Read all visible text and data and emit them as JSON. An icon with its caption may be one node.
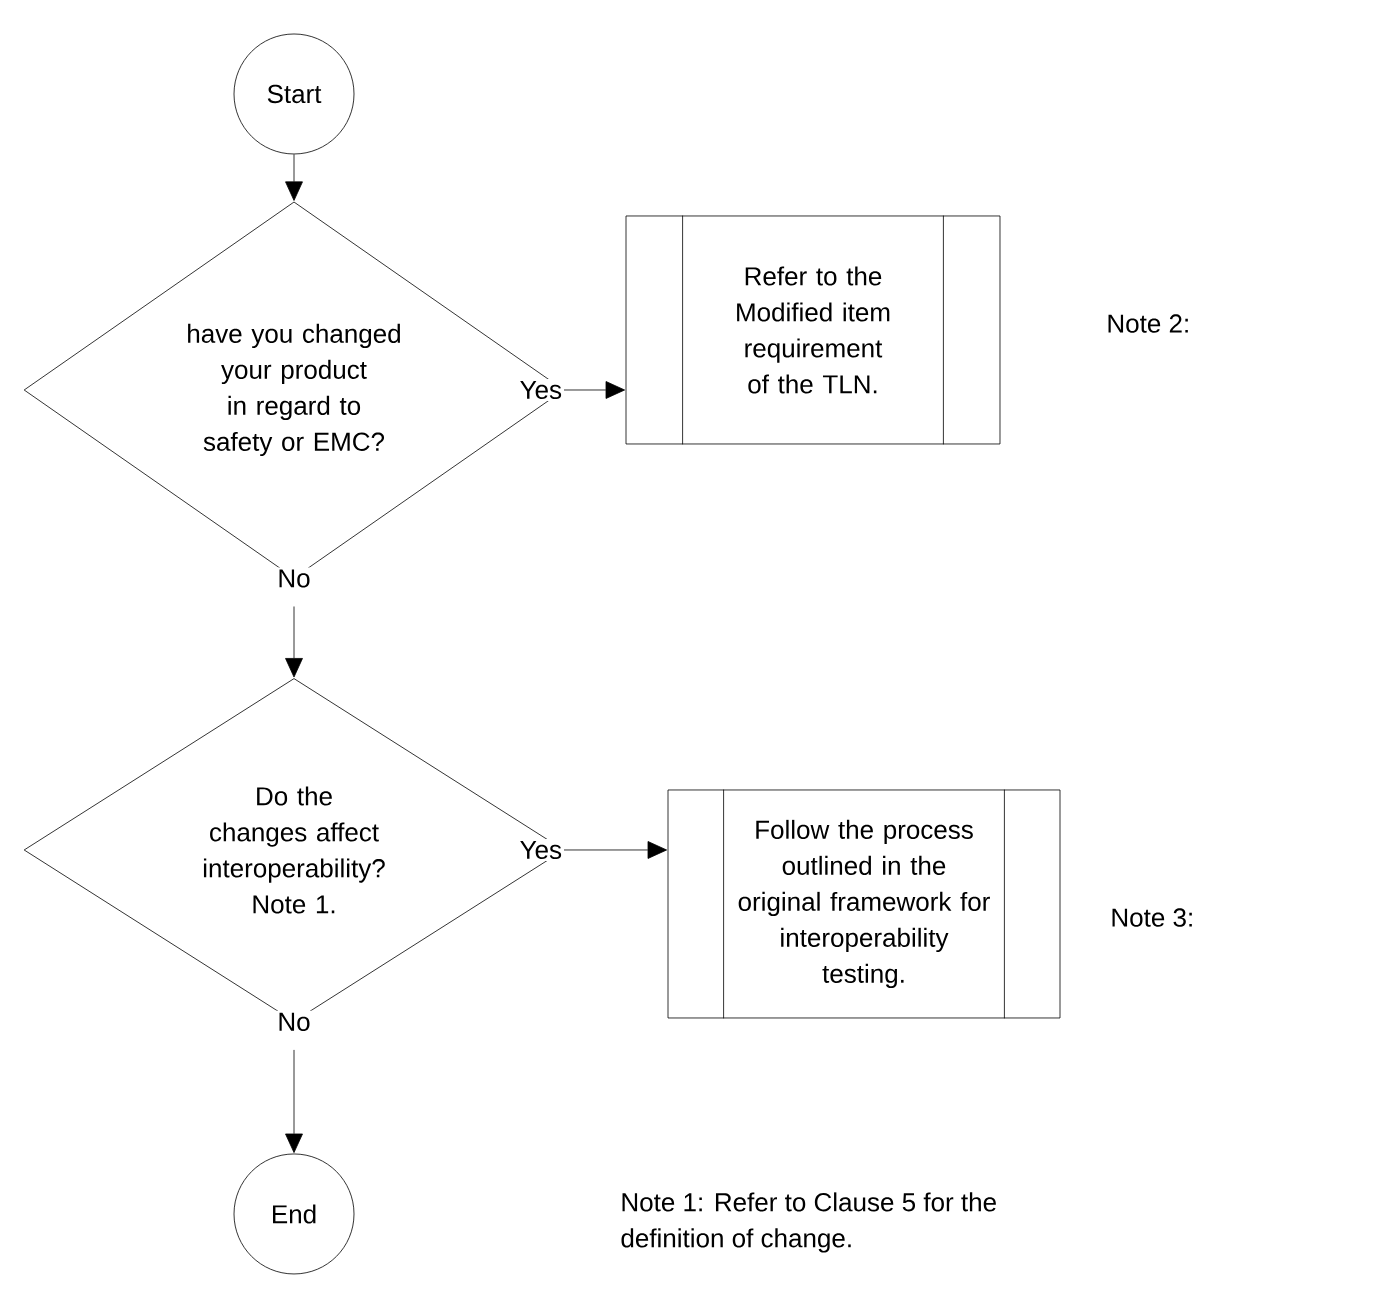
{
  "diagram": {
    "nodes": [
      {
        "text": [
          "Start"
        ]
      },
      {
        "text": [
          "have you changed your product in regard to safety or EMC?"
        ]
      },
      {
        "text": [
          "Refer to the Modified item requirement of the TLN."
        ]
      },
      {
        "text": [
          "Do the changes affect interoperability? Note 1."
        ]
      },
      {
        "text": [
          "Follow the process outlined in the original framework for interoperability testing."
        ]
      },
      {
        "text": [
          "End"
        ]
      }
    ],
    "edges": [
      {
        "from": 0,
        "to": 1,
        "arrow": "to"
      },
      {
        "from": 1,
        "to": 2,
        "arrow": "to",
        "label": "Yes"
      },
      {
        "from": 1,
        "to": 3,
        "arrow": "to",
        "label": "No"
      },
      {
        "from": 3,
        "to": 4,
        "arrow": "to",
        "label": "Yes"
      },
      {
        "from": 3,
        "to": 5,
        "arrow": "to",
        "label": "No"
      }
    ],
    "labels": [
      "Note 2:",
      "Note 3:",
      "Note 1: Refer to Clause 5 for the definition of change."
    ]
  }
}
